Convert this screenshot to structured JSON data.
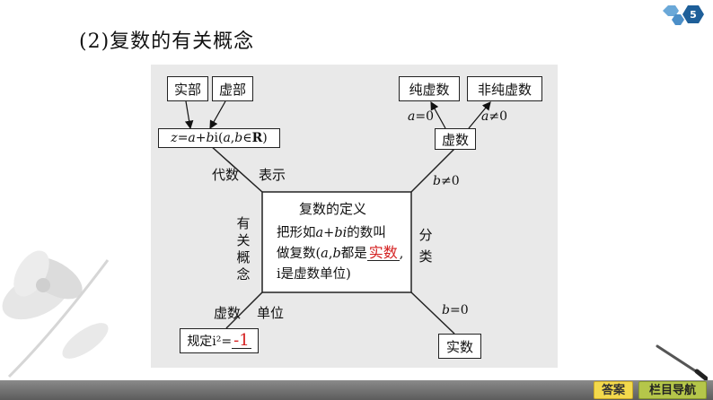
{
  "page_number": "5",
  "title": "(2)复数的有关概念",
  "nodes": {
    "real_part": "实部",
    "imag_part": "虚部",
    "algebraic_form": {
      "z": "z",
      "eq": "=",
      "a": "a",
      "plus": "+",
      "b": "b",
      "i": "i",
      "paren_open": "(",
      "a2": "a",
      "comma": ",",
      "b2": "b",
      "in": "∈",
      "R": "R",
      "paren_close": ")"
    },
    "pure_imag": "纯虚数",
    "non_pure_imag": "非纯虚数",
    "imag_number": "虚数",
    "real_number": "实数",
    "definition_title": "复数的定义",
    "definition_line1": {
      "pre": "把形如",
      "a": "a",
      "plus": "+",
      "bi": "bi",
      "post": "的数叫"
    },
    "definition_line2": {
      "pre": "做复数(",
      "a": "a",
      "comma": ",",
      "b": "b",
      "mid": "都是",
      "answer": "实数",
      "post": ","
    },
    "definition_line3": "i是虚数单位)",
    "imag_unit_rule": {
      "label": "规定i²=",
      "answer": "-1"
    }
  },
  "labels": {
    "algebra": "代数",
    "representation": "表示",
    "related_concepts": "有关概念",
    "classification": "分类",
    "imaginary": "虚数",
    "unit": "单位",
    "a_eq_0": {
      "a": "a",
      "rest": "=0"
    },
    "a_ne_0": {
      "a": "a",
      "rest": "≠0"
    },
    "b_ne_0": {
      "b": "b",
      "rest": "≠0"
    },
    "b_eq_0": {
      "b": "b",
      "rest": "=0"
    }
  },
  "footer": {
    "answer_button": "答案",
    "nav_button": "栏目导航"
  }
}
